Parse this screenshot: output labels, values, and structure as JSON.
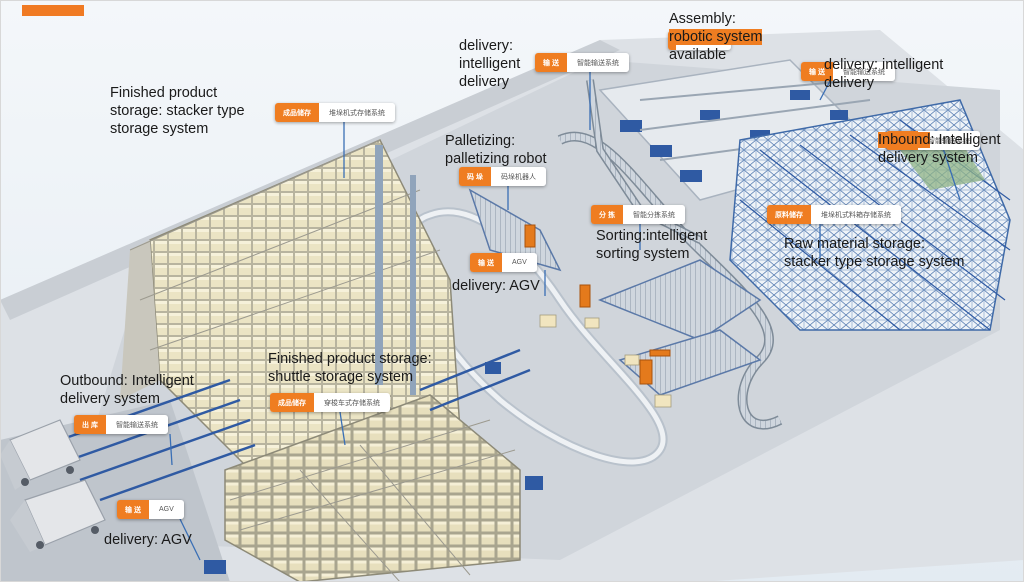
{
  "tags": {
    "finished_stacker": {
      "k": "成品储存",
      "v": "堆垛机式存储系统"
    },
    "delivery_top": {
      "k": "输 送",
      "v": "智能输送系统"
    },
    "assembly": {
      "k": "",
      "v": "机器人系统"
    },
    "delivery_right": {
      "k": "输 送",
      "v": "智能输送系统"
    },
    "inbound": {
      "k": "入 库",
      "v": "智能输送系统"
    },
    "palletizing": {
      "k": "码 垛",
      "v": "码垛机器人"
    },
    "sorting": {
      "k": "分 拣",
      "v": "智能分拣系统"
    },
    "raw_material": {
      "k": "原料储存",
      "v": "堆垛机式料箱存储系统"
    },
    "agv_mid": {
      "k": "输 送",
      "v": "AGV"
    },
    "outbound": {
      "k": "出 库",
      "v": "智能输送系统"
    },
    "shuttle": {
      "k": "成品储存",
      "v": "穿梭车式存储系统"
    },
    "agv_left": {
      "k": "输 送",
      "v": "AGV"
    }
  },
  "captions": {
    "finished_stacker": [
      "Finished product",
      "storage: stacker type",
      "storage system"
    ],
    "delivery_top": [
      "delivery:",
      "intelligent",
      "delivery"
    ],
    "assembly_l1": "Assembly:",
    "assembly_l2": "robotic system",
    "assembly_l3": "available",
    "delivery_right_l1": "delivery: intelligent",
    "delivery_right_l2": "delivery",
    "inbound_a": "Inbound",
    "inbound_b": ": Intelligent",
    "inbound_l2": "delivery system",
    "palletizing": [
      "Palletizing:",
      "palletizing robot"
    ],
    "sorting": [
      "Sorting:intelligent",
      "sorting system"
    ],
    "raw_material": [
      "Raw material storage:",
      "stacker type storage system"
    ],
    "agv_mid": "delivery: AGV",
    "shuttle": [
      "Finished product storage:",
      "shuttle storage system"
    ],
    "outbound": [
      "Outbound: Intelligent",
      "delivery system"
    ],
    "agv_left": "delivery: AGV"
  }
}
